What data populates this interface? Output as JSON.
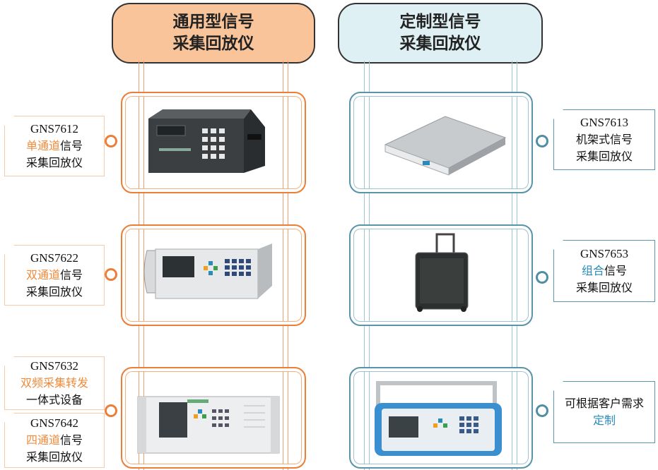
{
  "headers": {
    "left": {
      "line1": "通用型信号",
      "line2": "采集回放仪"
    },
    "right": {
      "line1": "定制型信号",
      "line2": "采集回放仪"
    }
  },
  "left_labels": [
    {
      "model": "GNS7612",
      "highlight": "单通道",
      "rest": "信号",
      "line3": "采集回放仪"
    },
    {
      "model": "GNS7622",
      "highlight": "双通道",
      "rest": "信号",
      "line3": "采集回放仪"
    },
    {
      "model": "GNS7632",
      "highlight": "双频采集转发",
      "rest": "",
      "line3": "一体式设备"
    },
    {
      "model": "GNS7642",
      "highlight": "四通道",
      "rest": "信号",
      "line3": "采集回放仪"
    }
  ],
  "right_labels": [
    {
      "model": "GNS7613",
      "line2": "机架式信号",
      "line3": "采集回放仪"
    },
    {
      "model": "GNS7653",
      "highlight": "组合",
      "rest": "信号",
      "line3": "采集回放仪"
    },
    {
      "line1": "可根据客户需求",
      "highlight": "定制"
    }
  ],
  "colors": {
    "accent_orange": "#ec7f38",
    "accent_blue": "#5a94a9",
    "header_left_bg": "#f9c49a",
    "header_right_bg": "#def0f4"
  }
}
